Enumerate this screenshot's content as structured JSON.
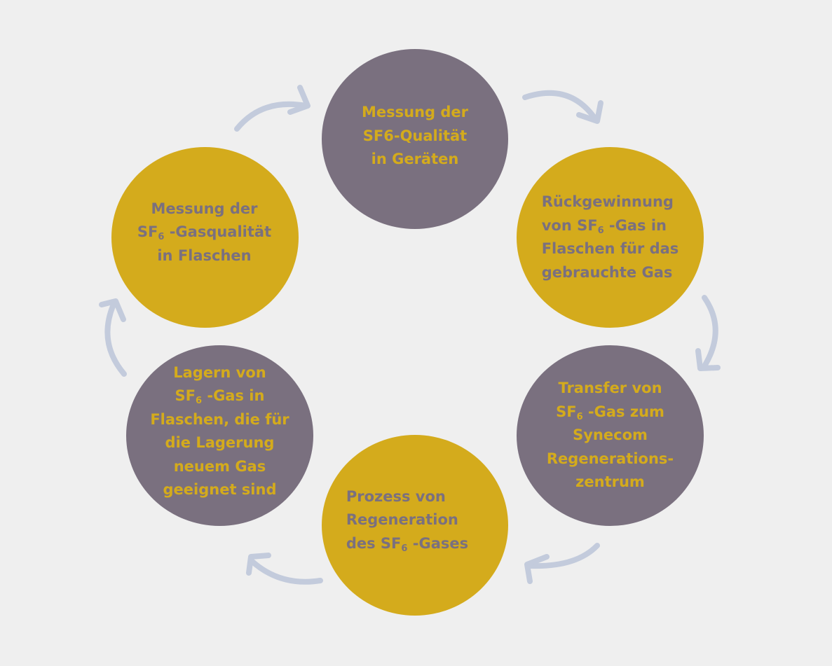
{
  "diagram": {
    "nodes": [
      {
        "id": "n1",
        "lines": [
          "Messung der",
          "SF6-Qualität",
          "in Geräten"
        ]
      },
      {
        "id": "n2",
        "lines": [
          "Rückgewinnung",
          "von SF{6} -Gas in",
          "Flaschen für das",
          "gebrauchte Gas"
        ]
      },
      {
        "id": "n3",
        "lines": [
          "Transfer von",
          "SF{6} -Gas zum",
          "Synecom",
          "Regenerations-",
          "zentrum"
        ]
      },
      {
        "id": "n4",
        "lines": [
          "Prozess von",
          "Regeneration",
          "des SF{6} -Gases"
        ]
      },
      {
        "id": "n5",
        "lines": [
          "Lagern von",
          "SF{6} -Gas in",
          "Flaschen, die für",
          "die Lagerung",
          "neuem Gas",
          "geeignet sind"
        ]
      },
      {
        "id": "n6",
        "lines": [
          "Messung der",
          "SF{6} -Gasqualität",
          "in Flaschen"
        ]
      }
    ],
    "colors": {
      "background": "#efefef",
      "gray_node": "#7a707f",
      "gold_node": "#d4ab1c",
      "arrow": "#c3cbdc"
    }
  }
}
